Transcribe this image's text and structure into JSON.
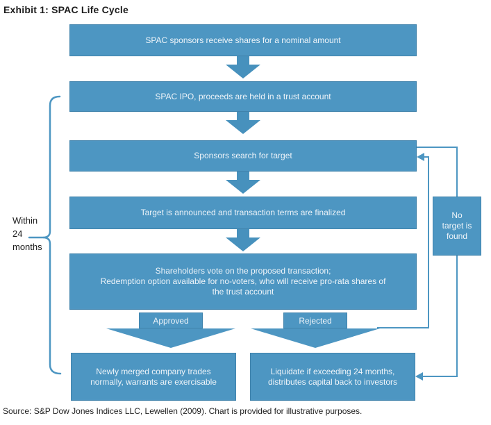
{
  "title": "Exhibit 1: SPAC Life Cycle",
  "source": "Source: S&P Dow Jones Indices LLC, Lewellen (2009). Chart is provided for illustrative purposes.",
  "colors": {
    "box_fill": "#4d96c2",
    "box_border": "#3f82ab",
    "box_text": "#eef4f9",
    "line": "#4d96c2",
    "text": "#1c1c1c"
  },
  "flow": {
    "steps": [
      {
        "label": "SPAC sponsors receive shares for a nominal amount"
      },
      {
        "label": "SPAC IPO, proceeds are held in a trust account"
      },
      {
        "label": "Sponsors search for target"
      },
      {
        "label": "Target is announced and transaction terms are finalized"
      },
      {
        "label": "Shareholders vote on the proposed transaction;\nRedemption option available for no-voters, who will receive pro-rata shares of\nthe trust account"
      }
    ],
    "branches": {
      "approved": "Approved",
      "rejected": "Rejected"
    },
    "outcomes": {
      "approved": "Newly merged company trades\nnormally, warrants are exercisable",
      "rejected": "Liquidate if exceeding 24 months,\ndistributes capital back to investors"
    },
    "no_target": "No\ntarget is\nfound",
    "timeframe": "Within\n24\nmonths"
  }
}
